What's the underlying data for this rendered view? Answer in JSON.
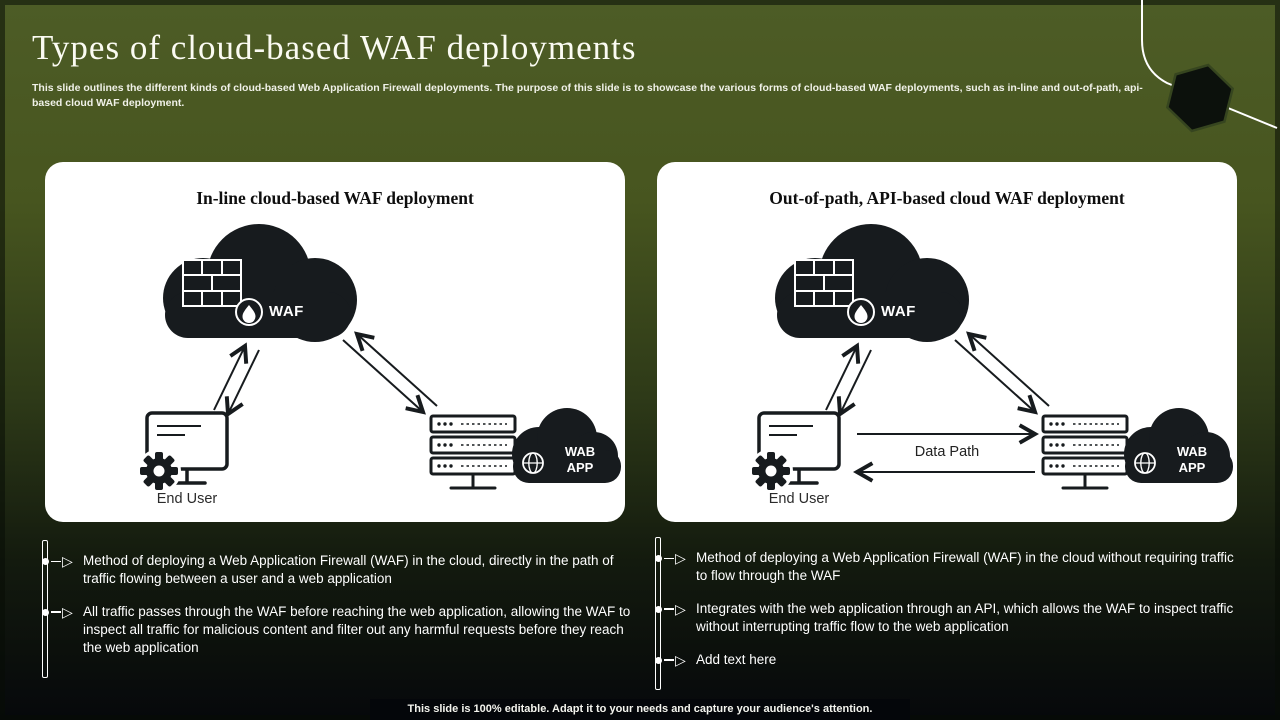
{
  "slide": {
    "title": "Types of cloud-based WAF deployments",
    "description": "This slide outlines the different kinds of cloud-based Web Application Firewall deployments. The purpose of this slide is to showcase the various forms of cloud-based WAF deployments, such as in-line and out-of-path, api-based cloud WAF deployment.",
    "footer": "This slide is 100% editable. Adapt it to your needs and capture your audience's attention."
  },
  "colors": {
    "background_top": "#4d5c26",
    "background_bottom": "#06080b",
    "card_background": "#ffffff",
    "icon_ink": "#171b1e",
    "text_on_dark": "#ffffff"
  },
  "left_card": {
    "title": "In-line cloud-based WAF deployment",
    "waf_label": "WAF",
    "end_user_label": "End User",
    "web_app_label": "WAB APP",
    "bullets": [
      "Method of deploying a Web Application Firewall (WAF) in the cloud, directly in the path of traffic flowing between a user and a web application",
      "All traffic passes through the WAF before reaching the web application, allowing the WAF to inspect all traffic for malicious content and filter out any harmful requests before they reach the web application"
    ]
  },
  "right_card": {
    "title": "Out-of-path, API-based cloud WAF deployment",
    "waf_label": "WAF",
    "end_user_label": "End User",
    "web_app_label": "WAB APP",
    "data_path_label": "Data Path",
    "bullets": [
      "Method of deploying a Web Application Firewall (WAF) in the cloud without requiring traffic to flow through the WAF",
      "Integrates with the web application through an API, which allows the WAF to inspect traffic without interrupting traffic flow to the web application",
      "Add text here"
    ]
  }
}
